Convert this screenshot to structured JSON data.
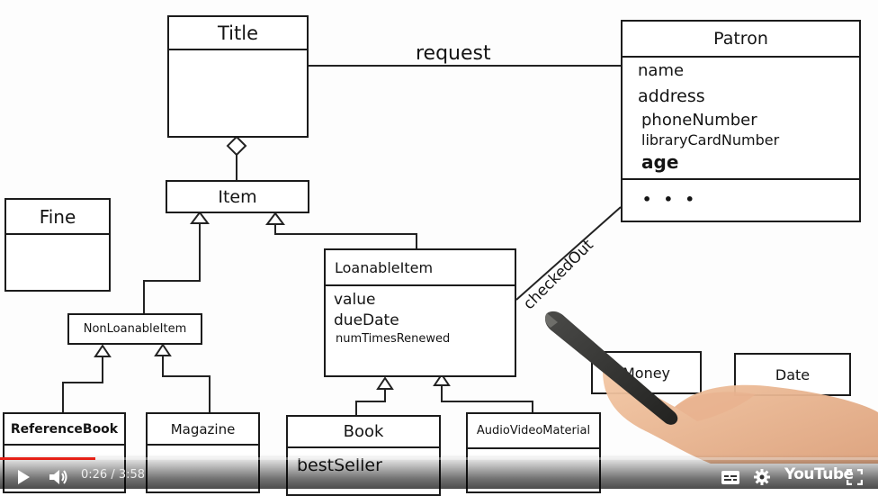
{
  "diagram": {
    "classes": {
      "title": {
        "name": "Title"
      },
      "patron": {
        "name": "Patron",
        "attributes": [
          "name",
          "address",
          "phoneNumber",
          "libraryCardNumber",
          "age"
        ],
        "operations": "• • •"
      },
      "item": {
        "name": "Item"
      },
      "fine": {
        "name": "Fine"
      },
      "loanable_item": {
        "name": "LoanableItem",
        "attributes": [
          "value",
          "dueDate",
          "numTimesRenewed"
        ]
      },
      "non_loanable_item": {
        "name": "NonLoanableItem"
      },
      "reference_book": {
        "name": "ReferenceBook"
      },
      "magazine": {
        "name": "Magazine"
      },
      "book": {
        "name": "Book",
        "attributes": [
          "bestSeller"
        ]
      },
      "audio_video_material": {
        "name": "AudioVideoMaterial"
      },
      "money": {
        "name": "Money"
      },
      "date": {
        "name": "Date"
      }
    },
    "associations": {
      "request": "request",
      "checked_out": "checkedOut"
    }
  },
  "player": {
    "current_time": "0:26",
    "duration": "3:58",
    "time_display": "0:26 / 3:58",
    "progress_fraction": 0.109,
    "logo_text": "YouTube",
    "accent_color": "#e62117",
    "icons": [
      "play-icon",
      "volume-icon",
      "captions-icon",
      "settings-icon",
      "fullscreen-icon"
    ]
  }
}
